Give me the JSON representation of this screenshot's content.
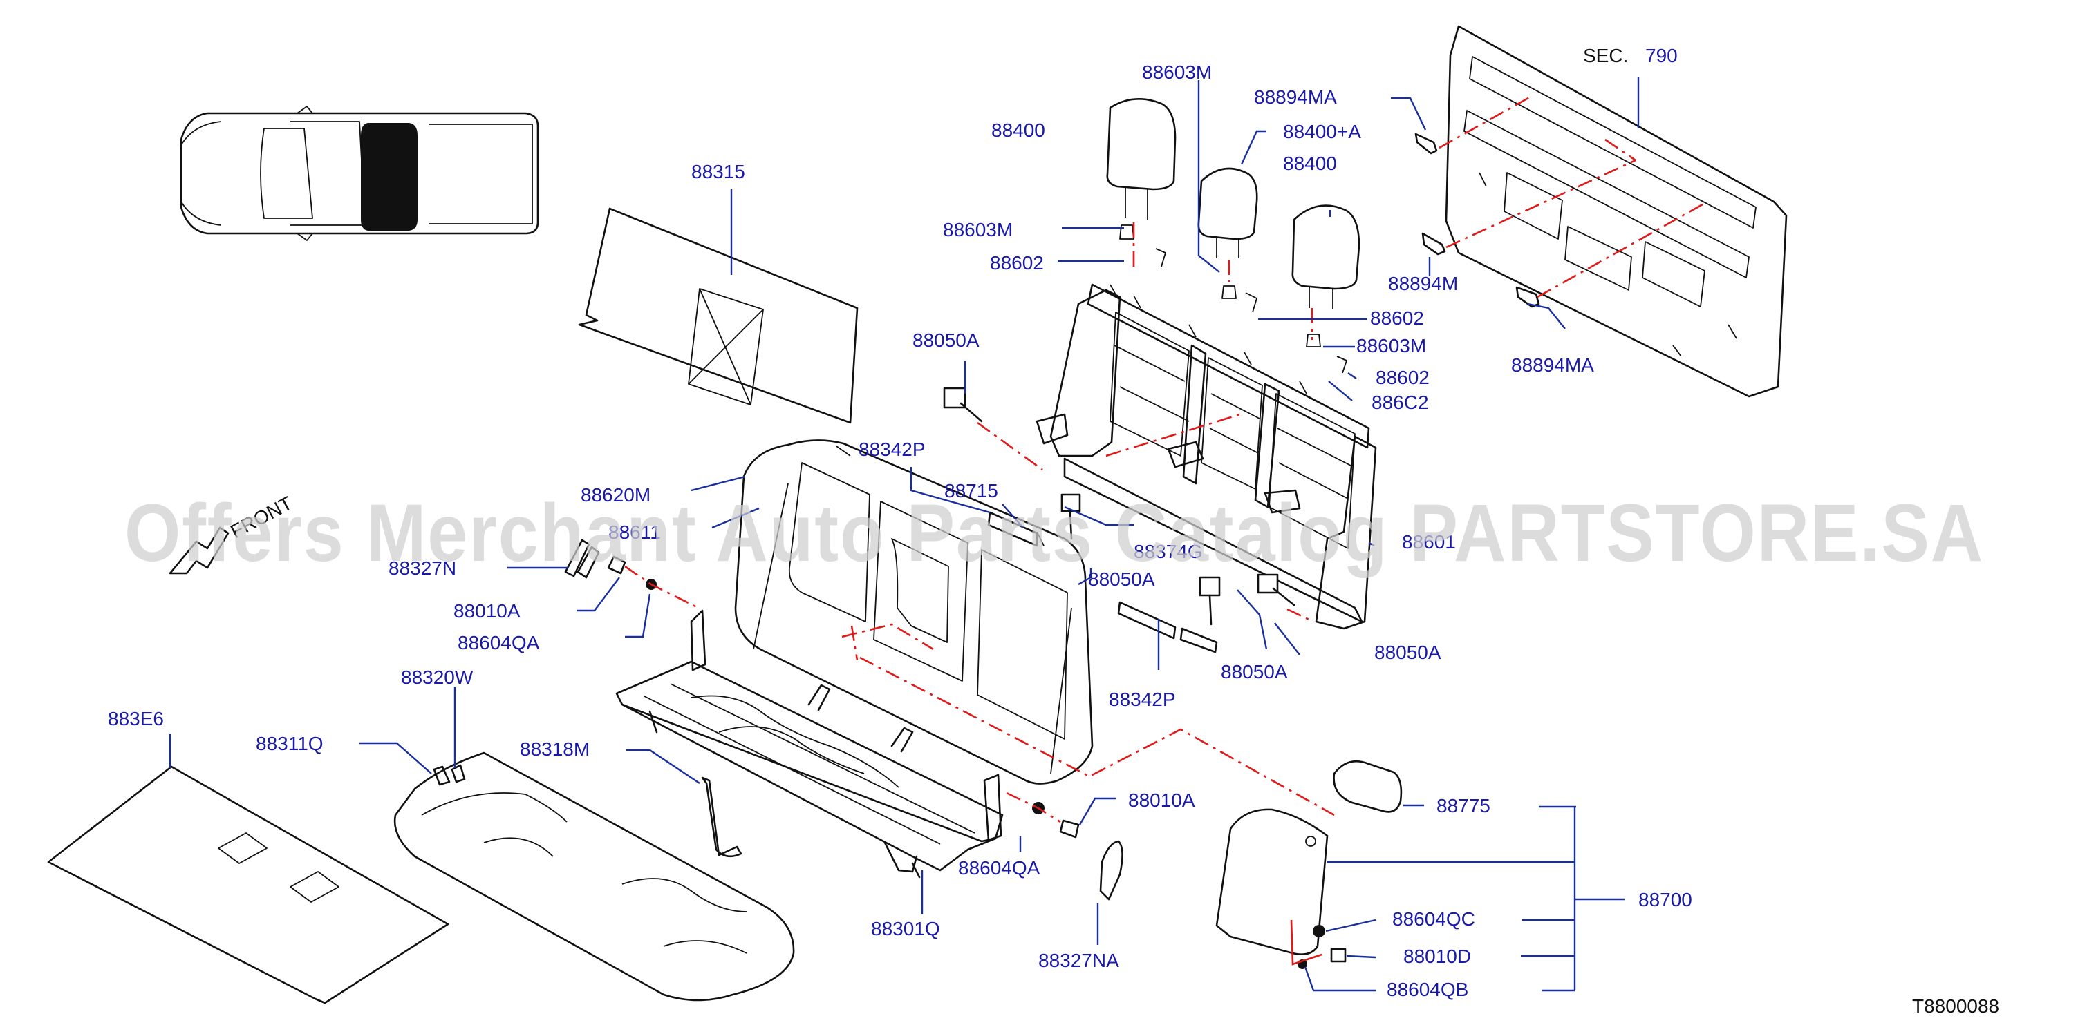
{
  "diagram": {
    "watermark": "Offers Merchant Auto Parts Catalog PARTSTORE.SA",
    "drawing_number": "T8800088",
    "front_label": "FRONT",
    "section_ref": {
      "prefix": "SEC.",
      "number": "790"
    },
    "colors": {
      "label": "#1a1aa8",
      "leader": "#1a2f9e",
      "phantom": "#e01919",
      "line": "#111111"
    }
  },
  "callouts": [
    {
      "key": "c-88315",
      "text": "88315"
    },
    {
      "key": "c-88400-a",
      "text": "88400"
    },
    {
      "key": "c-88603m-a",
      "text": "88603M"
    },
    {
      "key": "c-88894ma-a",
      "text": "88894MA"
    },
    {
      "key": "c-88400pa",
      "text": "88400+A"
    },
    {
      "key": "c-88400-b",
      "text": "88400"
    },
    {
      "key": "c-88603m-b",
      "text": "88603M"
    },
    {
      "key": "c-88602-a",
      "text": "88602"
    },
    {
      "key": "c-88894m",
      "text": "88894M"
    },
    {
      "key": "c-88602-b",
      "text": "88602"
    },
    {
      "key": "c-88603m-c",
      "text": "88603M"
    },
    {
      "key": "c-88602-c",
      "text": "88602"
    },
    {
      "key": "c-886c2",
      "text": "886C2"
    },
    {
      "key": "c-88894ma-b",
      "text": "88894MA"
    },
    {
      "key": "c-88050a-a",
      "text": "88050A"
    },
    {
      "key": "c-88342p-a",
      "text": "88342P"
    },
    {
      "key": "c-88715",
      "text": "88715"
    },
    {
      "key": "c-88620m",
      "text": "88620M"
    },
    {
      "key": "c-88611",
      "text": "88611"
    },
    {
      "key": "c-88327n",
      "text": "88327N"
    },
    {
      "key": "c-88010a-a",
      "text": "88010A"
    },
    {
      "key": "c-88604qa-a",
      "text": "88604QA"
    },
    {
      "key": "c-88050a-b",
      "text": "88050A"
    },
    {
      "key": "c-88374g",
      "text": "88374G"
    },
    {
      "key": "c-88601",
      "text": "88601"
    },
    {
      "key": "c-88050a-c",
      "text": "88050A"
    },
    {
      "key": "c-88050a-d",
      "text": "88050A"
    },
    {
      "key": "c-88342p-b",
      "text": "88342P"
    },
    {
      "key": "c-88320w",
      "text": "88320W"
    },
    {
      "key": "c-883e6",
      "text": "883E6"
    },
    {
      "key": "c-88311q",
      "text": "88311Q"
    },
    {
      "key": "c-88318m",
      "text": "88318M"
    },
    {
      "key": "c-88010a-b",
      "text": "88010A"
    },
    {
      "key": "c-88775",
      "text": "88775"
    },
    {
      "key": "c-88700",
      "text": "88700"
    },
    {
      "key": "c-88604qa-b",
      "text": "88604QA"
    },
    {
      "key": "c-88301q",
      "text": "88301Q"
    },
    {
      "key": "c-88327na",
      "text": "88327NA"
    },
    {
      "key": "c-88604qc",
      "text": "88604QC"
    },
    {
      "key": "c-88010d",
      "text": "88010D"
    },
    {
      "key": "c-88604qb",
      "text": "88604QB"
    }
  ]
}
